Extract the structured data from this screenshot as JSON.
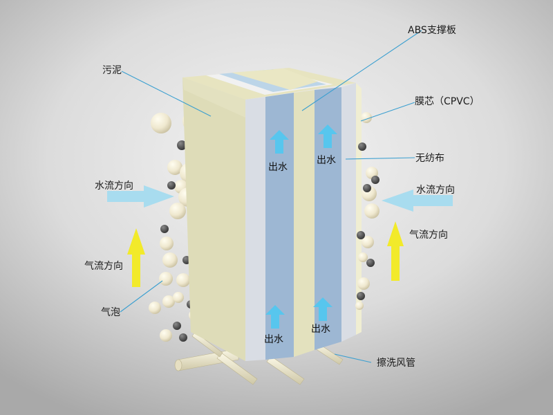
{
  "labels": {
    "sludge": "污泥",
    "abs_support": "ABS支撑板",
    "membrane_core": "膜芯（CPVC）",
    "nonwoven": "无纺布",
    "water_flow_left": "水流方向",
    "water_flow_right": "水流方向",
    "air_flow_left": "气流方向",
    "air_flow_right": "气流方向",
    "bubbles": "气泡",
    "scour_pipe": "擦洗风管",
    "outlet_top_left": "出水",
    "outlet_top_right": "出水",
    "outlet_bottom_left": "出水",
    "outlet_bottom_right": "出水"
  },
  "colors": {
    "leader_line": "#3a9fd0",
    "water_arrow": "#a8dcef",
    "air_arrow": "#f2ea2a",
    "outlet_arrow": "#57c6ee",
    "abs_plate": "#e8e6c4",
    "nonwoven": "#d9dee6",
    "membrane_core": "#9db7d3"
  }
}
